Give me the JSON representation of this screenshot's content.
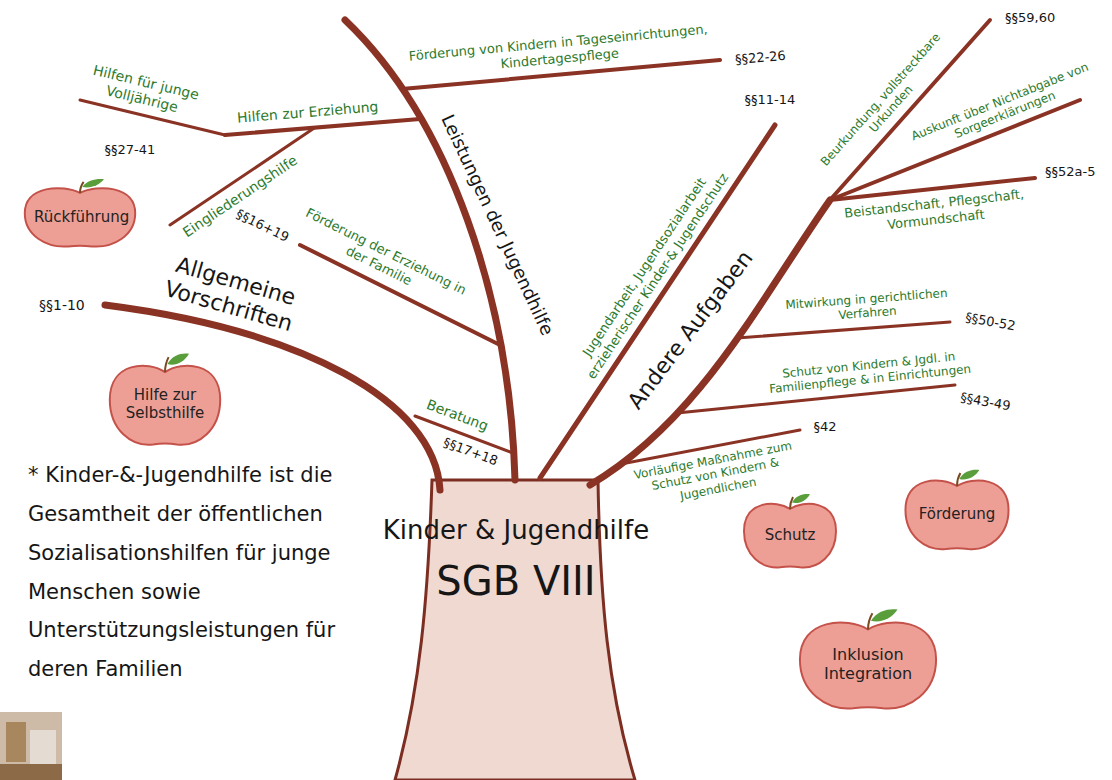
{
  "diagram": {
    "nodes": [
      {
        "text": [
          "Rückführung"
        ]
      },
      {
        "text": [
          "Hilfe zur Selbsthilfe"
        ]
      },
      {
        "text": [
          "Kinder & Jugendhilfe",
          "SGB VIII"
        ]
      },
      {
        "text": [
          "Schutz"
        ]
      },
      {
        "text": [
          "Förderung"
        ]
      },
      {
        "text": [
          "Inklusion Integration"
        ]
      }
    ],
    "labels": [
      "Hilfen für junge Volljährige",
      "Hilfen zur Erziehung",
      "§§27-41",
      "Eingliederungshilfe",
      "Förderung von Kindern in Tageseinrichtungen, Kindertagespflege",
      "§§22-26",
      "Leistungen der Jugendhilfe",
      "Jugendarbeit, Jugendsozialarbeit erzieherischer Kinder-& Jugendschutz",
      "§§11-14",
      "§§16+19",
      "Förderung der Erziehung in der Familie",
      "Allgemeine Vorschriften",
      "§§1-10",
      "Beratung",
      "§§17+18",
      "Andere Aufgaben",
      "Beurkundung, vollstreckbare Urkunden",
      "§§59,60",
      "Auskunft über Nichtabgabe von Sorgeerklärungen",
      "Beistandschaft, Pflegschaft, Vormundschaft",
      "§§52a-5",
      "Mitwirkung in gerichtlichen Verfahren",
      "§§50-52",
      "Schutz von Kindern & Jgdl. in Familienpflege & in Einrichtungen",
      "§§43-49",
      "Vorläufige Maßnahme zum Schutz von Kindern & Jugendlichen",
      "§42",
      "* Kinder-&-Jugendhilfe ist die Gesamtheit der öffentlichen Sozialisationshilfen für junge Menschen sowie Unterstützungsleistungen für deren Familien"
    ]
  }
}
